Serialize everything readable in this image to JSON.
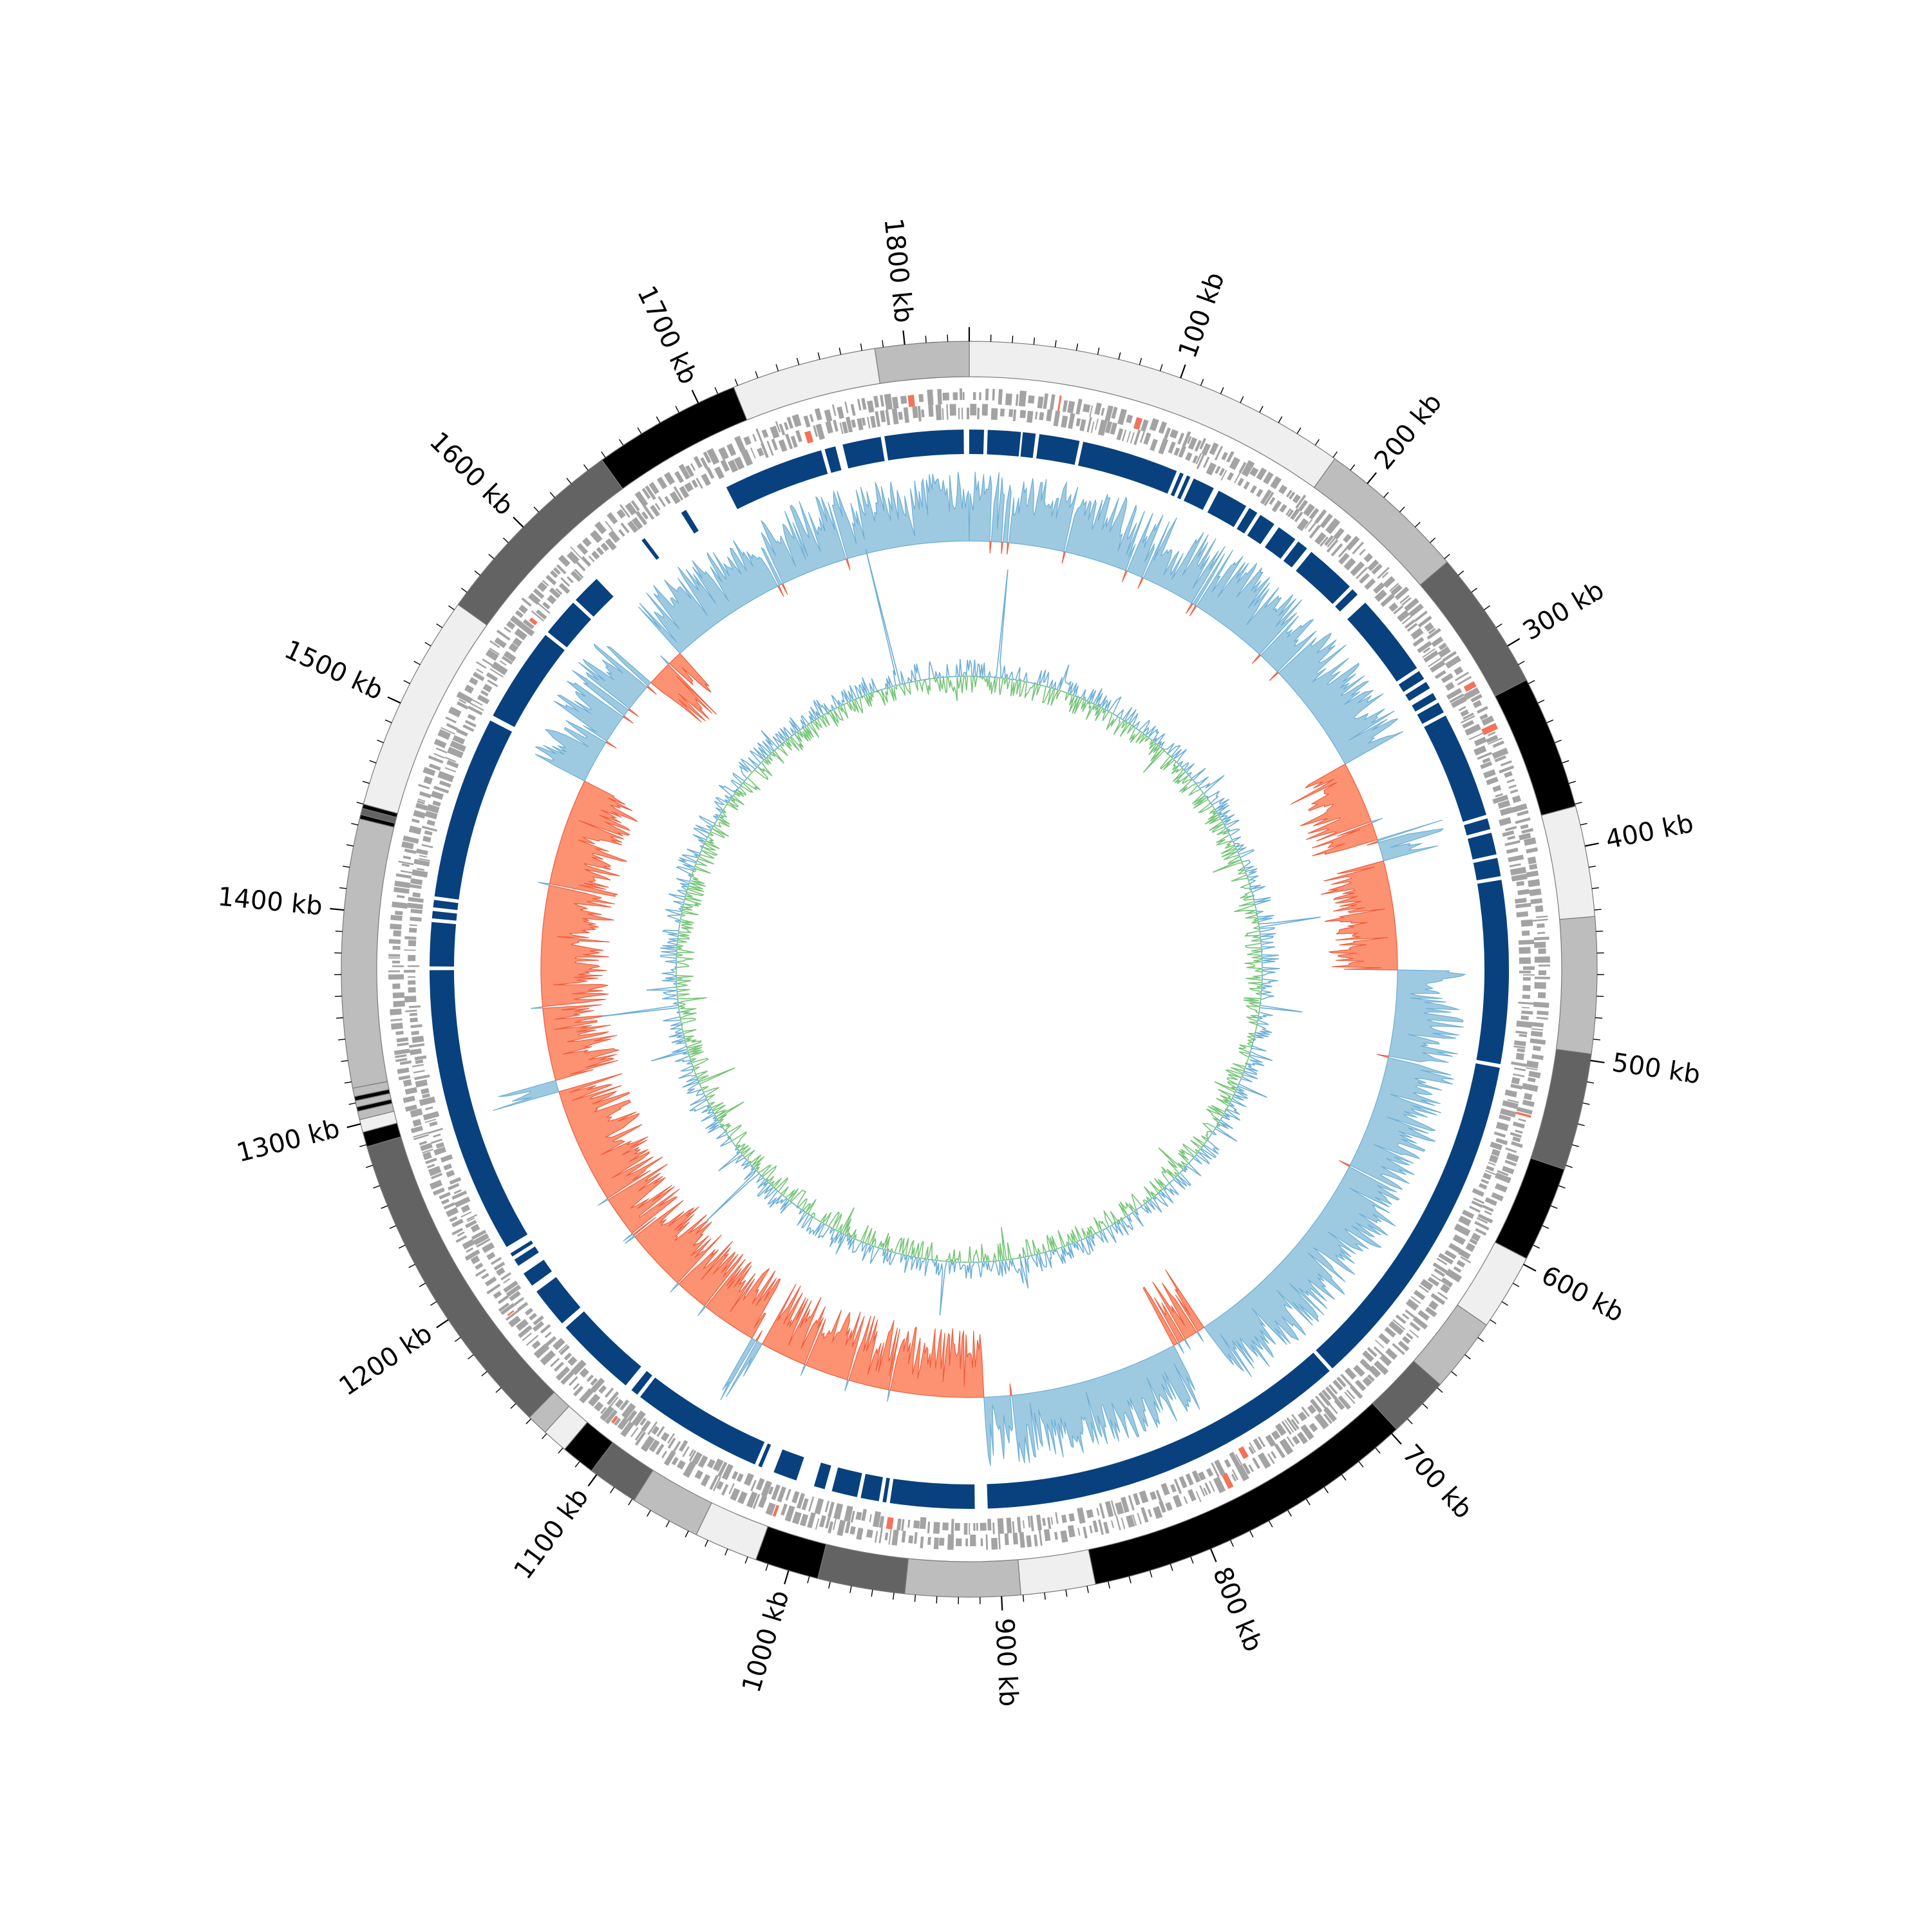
{
  "chart_data": {
    "type": "circular-genome",
    "genome_length_kb": 1830,
    "tick_labels": [
      {
        "kb": 100,
        "label": "100 kb"
      },
      {
        "kb": 200,
        "label": "200 kb"
      },
      {
        "kb": 300,
        "label": "300 kb"
      },
      {
        "kb": 400,
        "label": "400 kb"
      },
      {
        "kb": 500,
        "label": "500 kb"
      },
      {
        "kb": 600,
        "label": "600 kb"
      },
      {
        "kb": 700,
        "label": "700 kb"
      },
      {
        "kb": 800,
        "label": "800 kb"
      },
      {
        "kb": 900,
        "label": "900 kb"
      },
      {
        "kb": 1000,
        "label": "1000 kb"
      },
      {
        "kb": 1100,
        "label": "1100 kb"
      },
      {
        "kb": 1200,
        "label": "1200 kb"
      },
      {
        "kb": 1300,
        "label": "1300 kb"
      },
      {
        "kb": 1400,
        "label": "1400 kb"
      },
      {
        "kb": 1500,
        "label": "1500 kb"
      },
      {
        "kb": 1600,
        "label": "1600 kb"
      },
      {
        "kb": 1700,
        "label": "1700 kb"
      },
      {
        "kb": 1800,
        "label": "1800 kb"
      }
    ],
    "contigs": [
      {
        "start": 0,
        "end": 181,
        "shade": "#efefef"
      },
      {
        "start": 181,
        "end": 252,
        "shade": "#bdbdbd"
      },
      {
        "start": 252,
        "end": 318,
        "shade": "#636363"
      },
      {
        "start": 318,
        "end": 381,
        "shade": "#000000"
      },
      {
        "start": 381,
        "end": 433,
        "shade": "#efefef"
      },
      {
        "start": 433,
        "end": 497,
        "shade": "#bdbdbd"
      },
      {
        "start": 497,
        "end": 552,
        "shade": "#636363"
      },
      {
        "start": 552,
        "end": 597,
        "shade": "#000000"
      },
      {
        "start": 597,
        "end": 633,
        "shade": "#efefef"
      },
      {
        "start": 633,
        "end": 668,
        "shade": "#bdbdbd"
      },
      {
        "start": 668,
        "end": 697,
        "shade": "#636363"
      },
      {
        "start": 697,
        "end": 856,
        "shade": "#000000"
      },
      {
        "start": 856,
        "end": 891,
        "shade": "#efefef"
      },
      {
        "start": 891,
        "end": 945,
        "shade": "#bdbdbd"
      },
      {
        "start": 945,
        "end": 986,
        "shade": "#636363"
      },
      {
        "start": 986,
        "end": 1016,
        "shade": "#000000"
      },
      {
        "start": 1016,
        "end": 1046,
        "shade": "#efefef"
      },
      {
        "start": 1046,
        "end": 1079,
        "shade": "#bdbdbd"
      },
      {
        "start": 1079,
        "end": 1103,
        "shade": "#636363"
      },
      {
        "start": 1103,
        "end": 1119,
        "shade": "#000000"
      },
      {
        "start": 1119,
        "end": 1131,
        "shade": "#efefef"
      },
      {
        "start": 1131,
        "end": 1141,
        "shade": "#bdbdbd"
      },
      {
        "start": 1141,
        "end": 1289,
        "shade": "#636363"
      },
      {
        "start": 1289,
        "end": 1296,
        "shade": "#000000"
      },
      {
        "start": 1296,
        "end": 1302,
        "shade": "#efefef"
      },
      {
        "start": 1302,
        "end": 1306,
        "shade": "#bdbdbd"
      },
      {
        "start": 1306,
        "end": 1308,
        "shade": "#000000"
      },
      {
        "start": 1308,
        "end": 1311,
        "shade": "#bdbdbd"
      },
      {
        "start": 1311,
        "end": 1313,
        "shade": "#000000"
      },
      {
        "start": 1313,
        "end": 1317,
        "shade": "#bdbdbd"
      },
      {
        "start": 1317,
        "end": 1443,
        "shade": "#bdbdbd"
      },
      {
        "start": 1443,
        "end": 1445,
        "shade": "#000000"
      },
      {
        "start": 1445,
        "end": 1448,
        "shade": "#636363"
      },
      {
        "start": 1448,
        "end": 1450,
        "shade": "#000000"
      },
      {
        "start": 1450,
        "end": 1553,
        "shade": "#efefef"
      },
      {
        "start": 1553,
        "end": 1648,
        "shade": "#636363"
      },
      {
        "start": 1648,
        "end": 1718,
        "shade": "#000000"
      },
      {
        "start": 1718,
        "end": 1786,
        "shade": "#efefef"
      },
      {
        "start": 1786,
        "end": 1830,
        "shade": "#bdbdbd"
      }
    ],
    "homology_blocks": [
      [
        0,
        8
      ],
      [
        10,
        28
      ],
      [
        29,
        36
      ],
      [
        38,
        60
      ],
      [
        62,
        115
      ],
      [
        117,
        119
      ],
      [
        121,
        123
      ],
      [
        125,
        137
      ],
      [
        140,
        157
      ],
      [
        159,
        164
      ],
      [
        166,
        175
      ],
      [
        178,
        189
      ],
      [
        191,
        197
      ],
      [
        200,
        228
      ],
      [
        230,
        234
      ],
      [
        240,
        285
      ],
      [
        287,
        292
      ],
      [
        294,
        298
      ],
      [
        301,
        305
      ],
      [
        307,
        313
      ],
      [
        315,
        373
      ],
      [
        375,
        381
      ],
      [
        383,
        395
      ],
      [
        397,
        407
      ],
      [
        409,
        509
      ],
      [
        511,
        700
      ],
      [
        702,
        905
      ],
      [
        912,
        958
      ],
      [
        960,
        962
      ],
      [
        964,
        974
      ],
      [
        976,
        990
      ],
      [
        994,
        1000
      ],
      [
        1010,
        1023
      ],
      [
        1030,
        1032
      ],
      [
        1034,
        1106
      ],
      [
        1108,
        1112
      ],
      [
        1116,
        1161
      ],
      [
        1164,
        1186
      ],
      [
        1190,
        1198
      ],
      [
        1203,
        1207
      ],
      [
        1209,
        1211
      ],
      [
        1215,
        1372
      ],
      [
        1374,
        1398
      ],
      [
        1400,
        1404
      ],
      [
        1406,
        1410
      ],
      [
        1412,
        1512
      ],
      [
        1515,
        1567
      ],
      [
        1569,
        1590
      ],
      [
        1592,
        1608
      ],
      [
        1640,
        1642
      ],
      [
        1666,
        1669
      ],
      [
        1694,
        1749
      ],
      [
        1751,
        1757
      ],
      [
        1761,
        1782
      ],
      [
        1784,
        1827
      ]
    ],
    "colors": {
      "gene_plus": "#a3a3a3",
      "gene_minus": "#a3a3a3",
      "gene_rna": "#f2735a",
      "homology": "#08417e",
      "homology_alt": "#1a6aaa",
      "gc_skew_positive": "#9ecae1",
      "gc_skew_negative": "#fc9272",
      "gc_skew_positive_line": "#6baed6",
      "gc_skew_negative_line": "#ef5b3c",
      "gc_content_above": "#6baed6",
      "gc_content_below": "#74c476",
      "axis": "#000000",
      "track_outline": "#d9d9d9"
    },
    "gc_skew_sign_segments": [
      {
        "start": 0,
        "end": 312,
        "sign": 1
      },
      {
        "start": 312,
        "end": 368,
        "sign": -1
      },
      {
        "start": 368,
        "end": 383,
        "sign": 1
      },
      {
        "start": 383,
        "end": 458,
        "sign": -1
      },
      {
        "start": 458,
        "end": 745,
        "sign": 1
      },
      {
        "start": 745,
        "end": 770,
        "sign": -1
      },
      {
        "start": 770,
        "end": 905,
        "sign": 1
      },
      {
        "start": 905,
        "end": 1062,
        "sign": -1
      },
      {
        "start": 1062,
        "end": 1070,
        "sign": 1
      },
      {
        "start": 1070,
        "end": 1288,
        "sign": -1
      },
      {
        "start": 1288,
        "end": 1296,
        "sign": 1
      },
      {
        "start": 1296,
        "end": 1505,
        "sign": -1
      },
      {
        "start": 1505,
        "end": 1586,
        "sign": 1
      },
      {
        "start": 1586,
        "end": 1614,
        "sign": -1
      },
      {
        "start": 1614,
        "end": 1830,
        "sign": 1
      }
    ],
    "gc_content_spikes": [
      {
        "kb": 1760,
        "value": 0.9
      },
      {
        "kb": 28,
        "value": 0.7
      },
      {
        "kb": 415,
        "value": 0.4
      },
      {
        "kb": 1150,
        "value": 0.45
      },
      {
        "kb": 1335,
        "value": 0.5
      },
      {
        "kb": 940,
        "value": 0.35
      }
    ]
  }
}
